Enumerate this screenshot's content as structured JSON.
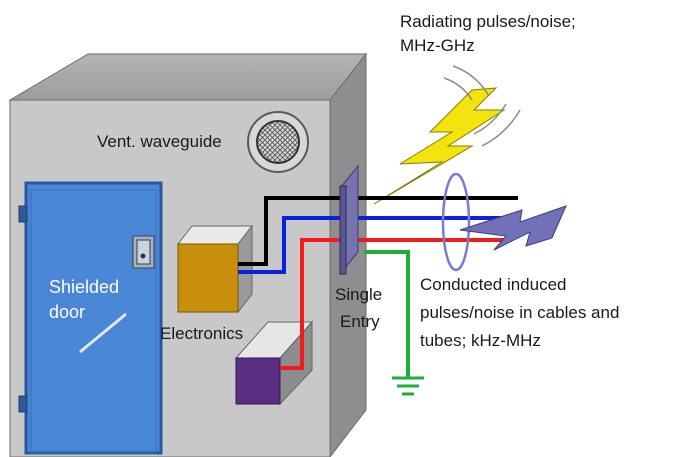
{
  "labels": {
    "radiating_line1": "Radiating pulses/noise;",
    "radiating_line2": "MHz-GHz",
    "vent": "Vent. waveguide",
    "shielded_line1": "Shielded",
    "shielded_line2": "door",
    "electronics": "Electronics",
    "single_line1": "Single",
    "single_line2": "Entry",
    "conducted_line1": "Conducted induced",
    "conducted_line2": "pulses/noise in cables and",
    "conducted_line3": "tubes; kHz-MHz"
  },
  "colors": {
    "cabinet_front": "#c8c8c8",
    "cabinet_top": "#a9a9a9",
    "cabinet_side": "#8f8f8f",
    "door": "#4a86d6",
    "electronics_box": "#c8900a",
    "purple_box": "#5a2d82",
    "cable_black": "#000000",
    "cable_blue": "#0b1fe0",
    "cable_red": "#ee1c1c",
    "ground_wire": "#1fae3a",
    "lightning_radiated": "#f2e40c",
    "lightning_conducted": "#7170b8",
    "single_entry_plate": "#7872b0"
  }
}
